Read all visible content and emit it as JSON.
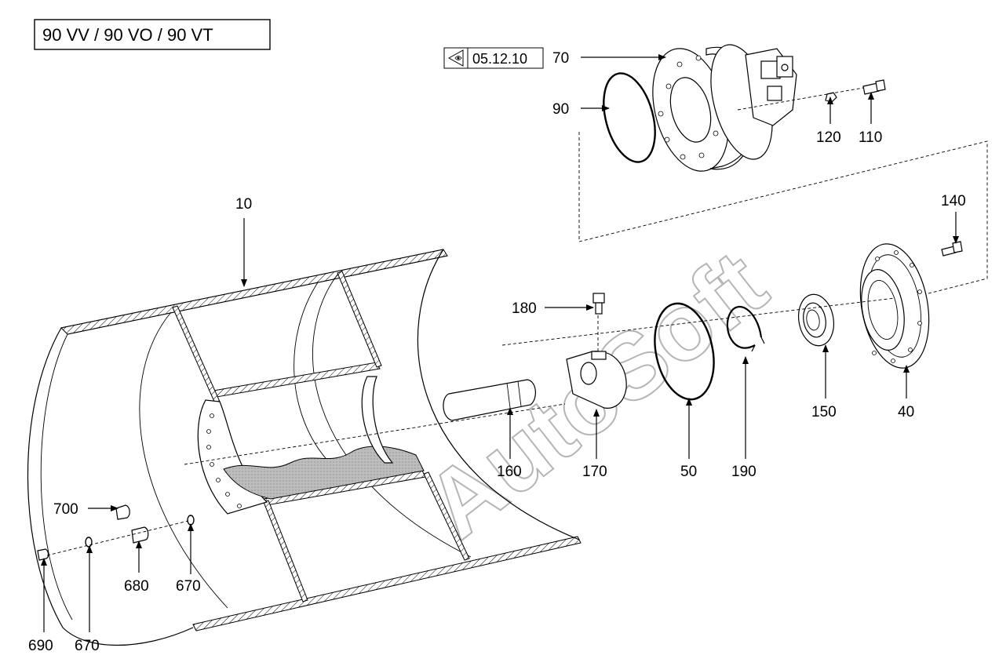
{
  "title": "90 VV / 90 VO / 90 VT",
  "reference": {
    "icon": "eye-icon",
    "text": "05.12.10"
  },
  "watermark": "AutoSoft",
  "labels": {
    "p10": "10",
    "p40": "40",
    "p50": "50",
    "p70": "70",
    "p90": "90",
    "p110": "110",
    "p120": "120",
    "p140": "140",
    "p150": "150",
    "p160": "160",
    "p170": "170",
    "p180": "180",
    "p190": "190",
    "p670a": "670",
    "p670b": "670",
    "p680": "680",
    "p690": "690",
    "p700": "700"
  }
}
